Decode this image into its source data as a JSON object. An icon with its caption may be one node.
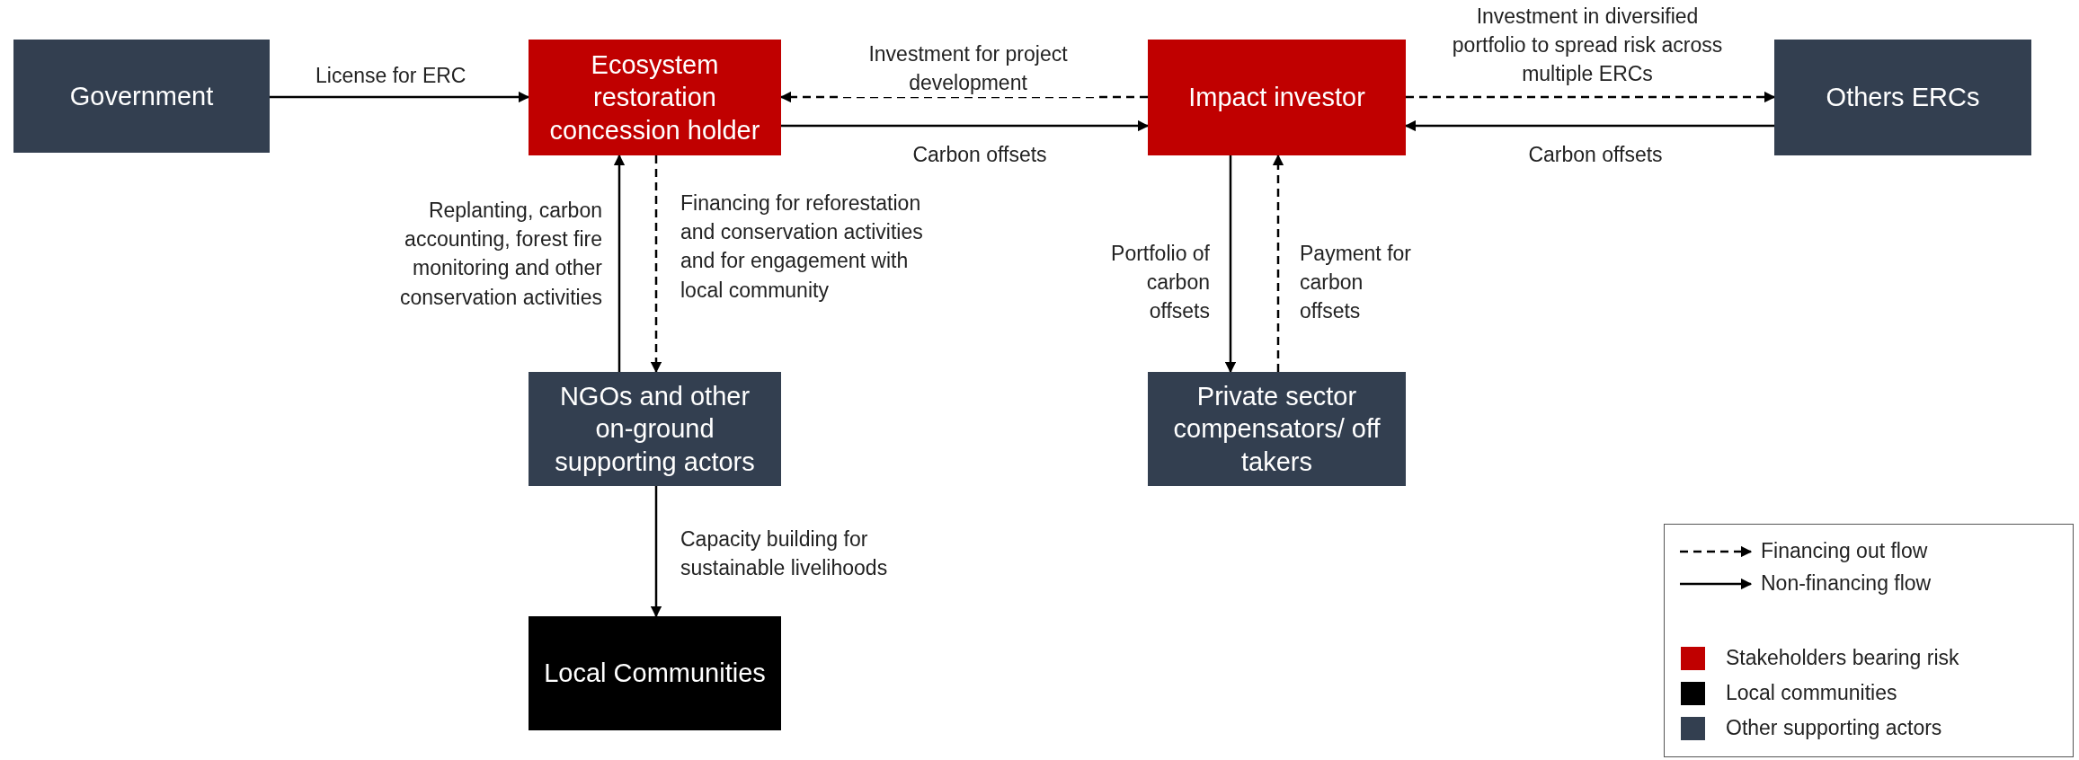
{
  "diagram": {
    "nodes": [
      {
        "text": [
          "Government"
        ]
      },
      {
        "text": [
          "Ecosystem restoration concession holder"
        ]
      },
      {
        "text": [
          "Impact investor"
        ]
      },
      {
        "text": [
          "Others ERCs"
        ]
      },
      {
        "text": [
          "NGOs and other on-ground supporting actors"
        ]
      },
      {
        "text": [
          "Private sector compensators/ off takers"
        ]
      },
      {
        "text": [
          "Local Communities"
        ]
      }
    ],
    "edges": [
      {
        "from": 0,
        "to": 1,
        "arrow": "to",
        "label": "License for ERC"
      },
      {
        "from": 2,
        "to": 1,
        "arrow": "to",
        "style": "dashed",
        "label": "Investment for project development"
      },
      {
        "from": 1,
        "to": 2,
        "arrow": "to",
        "label": "Carbon offsets"
      },
      {
        "from": 2,
        "to": 3,
        "arrow": "to",
        "style": "dashed",
        "label": "Investment in diversified portfolio to spread risk across multiple ERCs"
      },
      {
        "from": 3,
        "to": 2,
        "arrow": "to",
        "label": "Carbon offsets"
      },
      {
        "from": 4,
        "to": 1,
        "arrow": "to",
        "label": "Replanting, carbon accounting, forest fire monitoring and other conservation activities"
      },
      {
        "from": 1,
        "to": 4,
        "arrow": "to",
        "style": "dashed",
        "label": "Financing for reforestation and conservation activities and for engagement with local community"
      },
      {
        "from": 4,
        "to": 6,
        "arrow": "to",
        "label": "Capacity building for sustainable livelihoods"
      },
      {
        "from": 2,
        "to": 5,
        "arrow": "to",
        "label": "Portfolio of carbon offsets"
      },
      {
        "from": 5,
        "to": 2,
        "arrow": "to",
        "style": "dashed",
        "label": "Payment for carbon offsets"
      }
    ],
    "legend": [
      {
        "text": "Financing out flow"
      },
      {
        "text": "Non-financing flow"
      },
      {
        "text": "Stakeholders bearing risk",
        "color": "#c00000"
      },
      {
        "text": "Local communities",
        "color": "#000000"
      },
      {
        "text": "Other supporting actors",
        "color": "#333f50"
      }
    ]
  }
}
